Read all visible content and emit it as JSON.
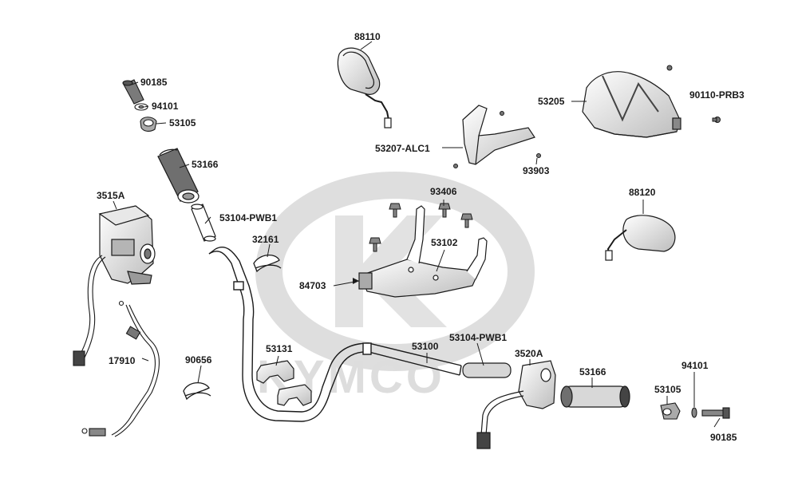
{
  "watermark": {
    "brand": "KYMCO"
  },
  "colors": {
    "ink": "#1a1a1a",
    "watermark": "#d9d9d9",
    "part_fill": "#ffffff",
    "part_shade": "#9a9a9a"
  },
  "parts": [
    {
      "id": "p88110",
      "label": "88110"
    },
    {
      "id": "p90185a",
      "label": "90185"
    },
    {
      "id": "p94101a",
      "label": "94101"
    },
    {
      "id": "p53105a",
      "label": "53105"
    },
    {
      "id": "p53166a",
      "label": "53166"
    },
    {
      "id": "p53104a",
      "label": "53104-PWB1"
    },
    {
      "id": "p3515A",
      "label": "3515A"
    },
    {
      "id": "p32161",
      "label": "32161"
    },
    {
      "id": "p17910",
      "label": "17910"
    },
    {
      "id": "p90656",
      "label": "90656"
    },
    {
      "id": "p53131",
      "label": "53131"
    },
    {
      "id": "p53100",
      "label": "53100"
    },
    {
      "id": "p53104b",
      "label": "53104-PWB1"
    },
    {
      "id": "p3520A",
      "label": "3520A"
    },
    {
      "id": "p53166b",
      "label": "53166"
    },
    {
      "id": "p53105b",
      "label": "53105"
    },
    {
      "id": "p94101b",
      "label": "94101"
    },
    {
      "id": "p90185b",
      "label": "90185"
    },
    {
      "id": "p53205",
      "label": "53205"
    },
    {
      "id": "p90110",
      "label": "90110-PRB3"
    },
    {
      "id": "p53207",
      "label": "53207-ALC1"
    },
    {
      "id": "p93903",
      "label": "93903"
    },
    {
      "id": "p93406",
      "label": "93406"
    },
    {
      "id": "p53102",
      "label": "53102"
    },
    {
      "id": "p84703",
      "label": "84703"
    },
    {
      "id": "p88120",
      "label": "88120"
    }
  ]
}
